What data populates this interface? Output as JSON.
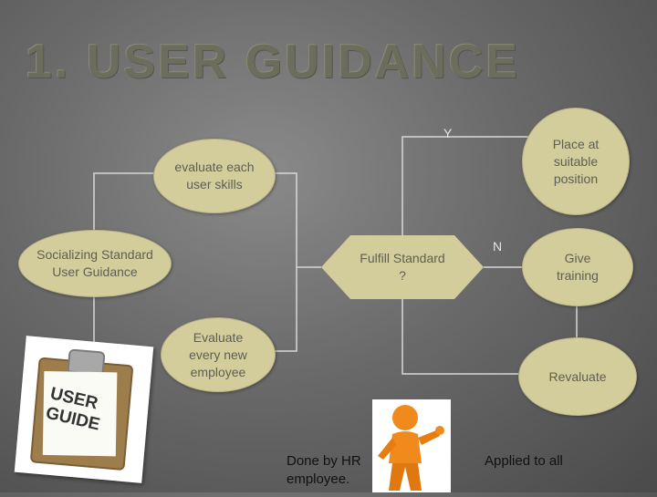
{
  "title": "1. USER GUIDANCE",
  "nodes": {
    "evaluate_skills": "evaluate each user skills",
    "socializing": "Socializing Standard User Guidance",
    "evaluate_new": "Evaluate every new employee",
    "fulfill": "Fulfill Standard ?",
    "place": "Place at suitable position",
    "give_training": "Give training",
    "revaluate": "Revaluate"
  },
  "branch_labels": {
    "yes": "Y",
    "no": "N"
  },
  "clipboard_text": "USER GUIDE",
  "notes": {
    "done_by": "Done by HR employee.",
    "applied": "Applied to all"
  },
  "colors": {
    "node_fill": "#d3cd9c",
    "connector": "#d8d8d8",
    "background": "#6a6a6a"
  }
}
